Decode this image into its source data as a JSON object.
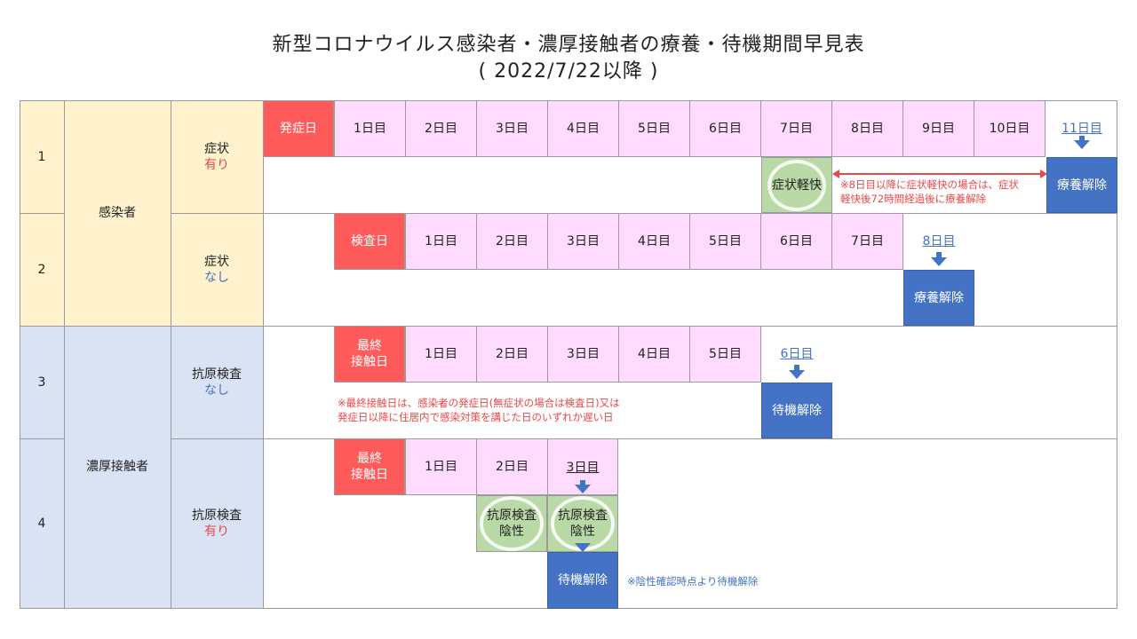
{
  "title": {
    "line1": "新型コロナウイルス感染者・濃厚接触者の療養・待機期間早見表",
    "line2": "( 2022/7/22以降 )"
  },
  "groups": {
    "infected": "感染者",
    "contact": "濃厚接触者"
  },
  "rows": [
    {
      "no": "1",
      "cond": "症状",
      "sub": "有り",
      "start": "発症日",
      "days": [
        "1日目",
        "2日目",
        "3日目",
        "4日目",
        "5日目",
        "6日目",
        "7日目",
        "8日目",
        "9日目",
        "10日目"
      ],
      "end_link": "11日目",
      "milestone": "症状軽快",
      "note": [
        "※8日目以降に症状軽快の場合は、症状",
        "軽快後72時間経過後に療養解除"
      ],
      "release": "療養解除"
    },
    {
      "no": "2",
      "cond": "症状",
      "sub": "なし",
      "start": "検査日",
      "days": [
        "1日目",
        "2日目",
        "3日目",
        "4日目",
        "5日目",
        "6日目",
        "7日目"
      ],
      "end_link": "8日目",
      "release": "療養解除"
    },
    {
      "no": "3",
      "cond": "抗原検査",
      "sub": "なし",
      "start": [
        "最終",
        "接触日"
      ],
      "days": [
        "1日目",
        "2日目",
        "3日目",
        "4日目",
        "5日目"
      ],
      "end_link": "6日目",
      "note": [
        "※最終接触日は、感染者の発症日(無症状の場合は検査日)又は",
        "発症日以降に住居内で感染対策を講じた日のいずれか遅い日"
      ],
      "release": "待機解除"
    },
    {
      "no": "4",
      "cond": "抗原検査",
      "sub": "有り",
      "start": [
        "最終",
        "接触日"
      ],
      "days": [
        "1日目",
        "2日目"
      ],
      "end_link": "3日目",
      "tests": [
        [
          "抗原検査",
          "陰性"
        ],
        [
          "抗原検査",
          "陰性"
        ]
      ],
      "release": "待機解除",
      "note": "※陰性確認時点より待機解除"
    }
  ]
}
